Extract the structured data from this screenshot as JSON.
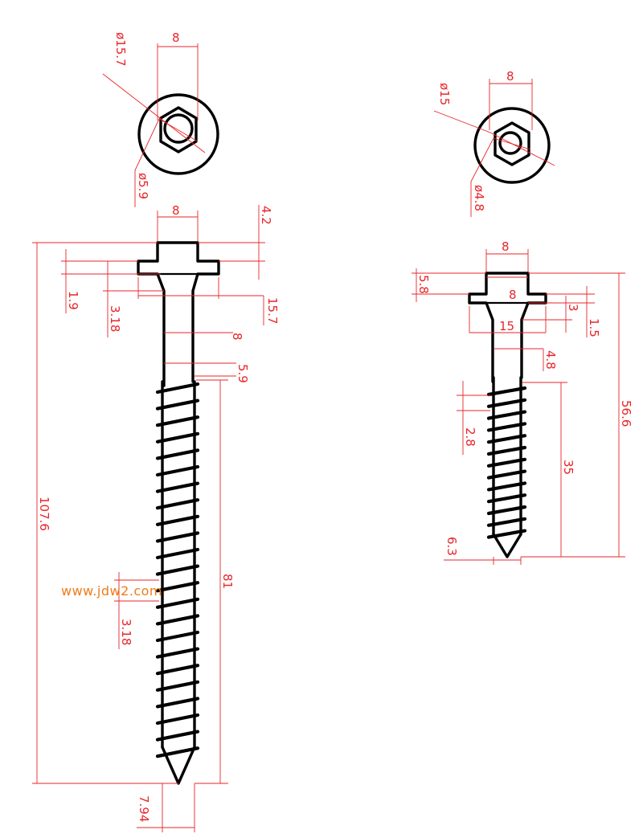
{
  "watermark": "www.jdw2.com",
  "colors": {
    "dimension": "#e8262a",
    "object": "#000000",
    "watermark": "#f07b1a"
  },
  "large_screw": {
    "top_view": {
      "head_dia": "ø15.7",
      "socket_dia": "ø5.9",
      "hex_width": "8"
    },
    "side_view": {
      "head_width": "8",
      "head_height": "4.2",
      "collar_thickness": "1.9",
      "shoulder": "3.18",
      "collar_dia": "15.7",
      "neck_width": "8",
      "shank_dia": "5.9",
      "overall_length": "107.6",
      "thread_length": "81",
      "thread_pitch": "3.18",
      "thread_dia": "7.94"
    }
  },
  "small_screw": {
    "top_view": {
      "head_dia": "ø15",
      "socket_dia": "ø4.8",
      "hex_width": "8"
    },
    "side_view": {
      "head_width": "8",
      "head_height": "5.8",
      "collar_width": "8",
      "shoulder": "3",
      "collar_thickness": "1.5",
      "collar_dia": "15",
      "shank_dia": "4.8",
      "thread_pitch": "2.8",
      "thread_length": "35",
      "overall_length": "56.6",
      "thread_dia": "6.3"
    }
  }
}
